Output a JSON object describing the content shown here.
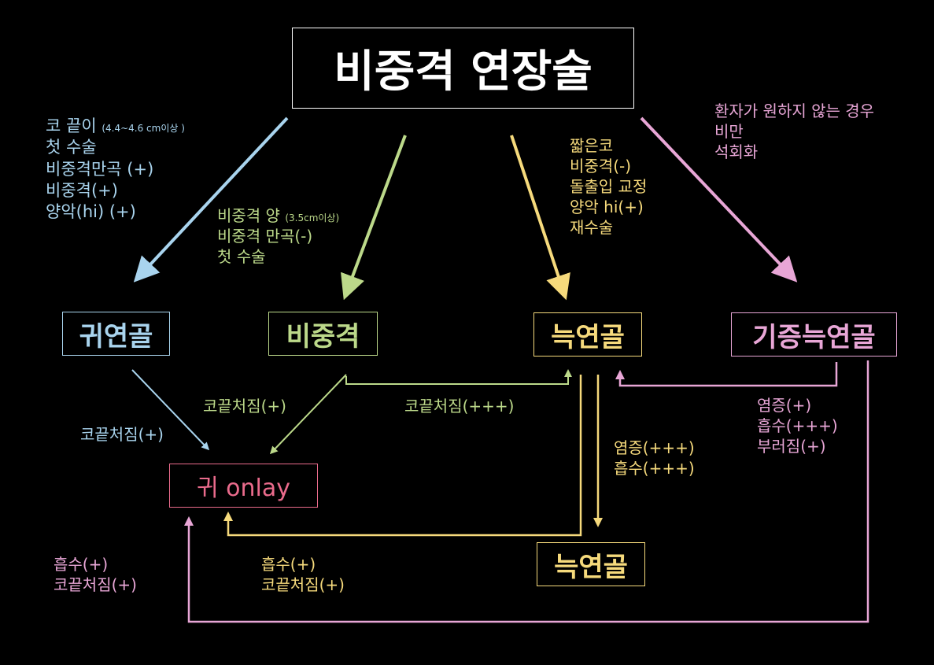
{
  "title": "비중격 연장술",
  "nodes": {
    "ear_cartilage": "귀연골",
    "septum": "비중격",
    "rib_cartilage": "늑연골",
    "donor_rib": "기증늑연골",
    "ear_onlay": "귀 onlay",
    "rib_cartilage_bottom": "늑연골"
  },
  "labels": {
    "ear_criteria": {
      "line1": "코 끝이",
      "line1_note": "(4.4~4.6 cm이상 )",
      "line2": "첫 수술",
      "line3": "비중격만곡 (+)",
      "line4": "비중격(+)",
      "line5": "양악(hi) (+)"
    },
    "septum_criteria": {
      "line1": "비중격 양",
      "line1_note": "(3.5cm이상)",
      "line2": "비중격 만곡(-)",
      "line3": "첫 수술"
    },
    "rib_criteria": [
      "짧은코",
      "비중격(-)",
      "돌출입 교정",
      "양악 hi(+)",
      "재수술"
    ],
    "donor_criteria": [
      "환자가 원하지 않는 경우",
      "비만",
      "석회화"
    ],
    "ear_to_onlay": "코끝처짐(+)",
    "septum_to_onlay": "코끝처짐(+)",
    "septum_to_rib": "코끝처짐(+++)",
    "rib_to_rib": [
      "염증(+++)",
      "흡수(+++)"
    ],
    "donor_to_rib": [
      "염증(+)",
      "흡수(+++)",
      "부러짐(+)"
    ],
    "rib_to_onlay": [
      "흡수(+)",
      "코끝처짐(+)"
    ],
    "donor_to_onlay": [
      "흡수(+)",
      "코끝처짐(+)"
    ]
  },
  "colors": {
    "blue": "#a9d4ee",
    "green": "#bcd98a",
    "yellow": "#f6da7c",
    "pink": "#e8a6d6",
    "red": "#ea6b8c",
    "white": "#ffffff"
  }
}
